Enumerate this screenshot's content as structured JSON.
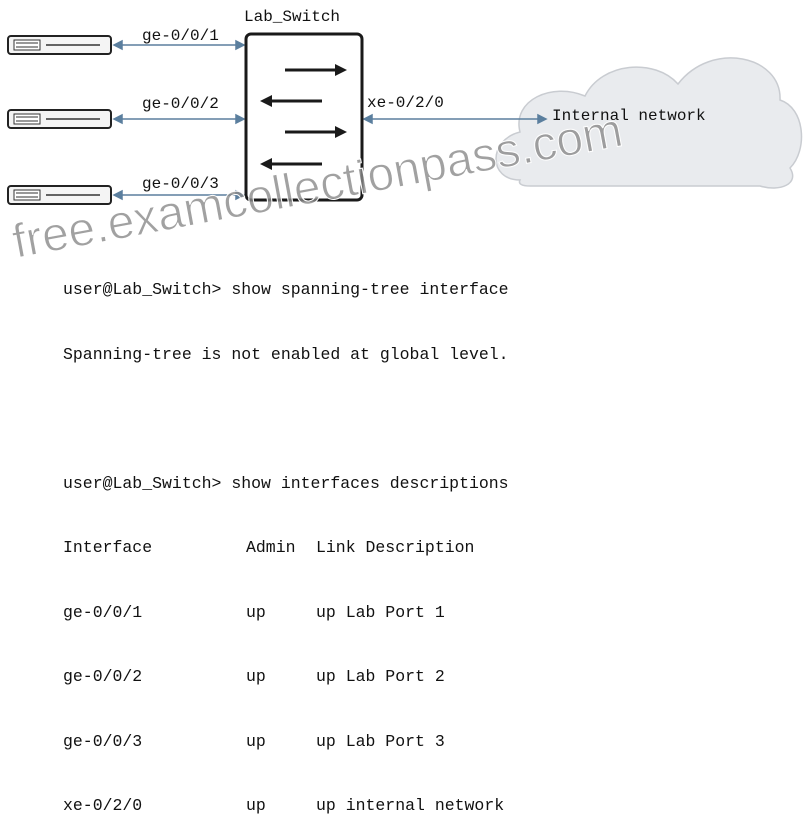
{
  "diagram": {
    "switch_label": "Lab_Switch",
    "cloud_label": "Internal network",
    "ports": [
      "ge-0/0/1",
      "ge-0/0/2",
      "ge-0/0/3",
      "xe-0/2/0"
    ]
  },
  "terminal": {
    "cmd1": "user@Lab_Switch> show spanning-tree interface",
    "out1": "Spanning-tree is not enabled at global level.",
    "cmd2": "user@Lab_Switch> show interfaces descriptions",
    "table": {
      "headers": [
        "Interface",
        "Admin",
        "Link Description"
      ],
      "rows": [
        [
          "ge-0/0/1",
          "up",
          "up Lab Port 1"
        ],
        [
          "ge-0/0/2",
          "up",
          "up Lab Port 2"
        ],
        [
          "ge-0/0/3",
          "up",
          "up Lab Port 3"
        ],
        [
          "xe-0/2/0",
          "up",
          "up internal network"
        ]
      ]
    }
  },
  "watermark": "free.examcollectionpass.com",
  "colors": {
    "link_line": "#5b7f9e",
    "cloud_fill": "#e9ebee",
    "cloud_stroke": "#c9ccd1",
    "watermark": "#8a8a8a",
    "switch_border": "#1a1a1a",
    "arrow": "#1a1a1a"
  }
}
